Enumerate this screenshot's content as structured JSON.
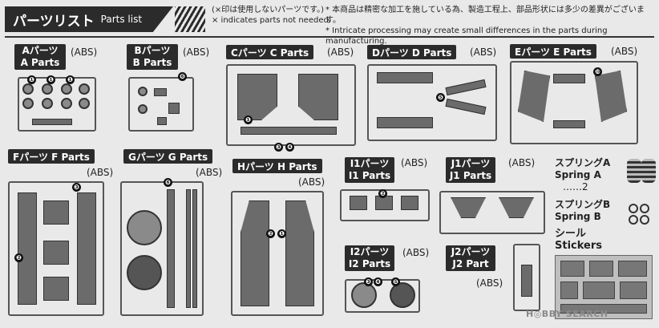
{
  "header": {
    "title_jp": "パーツリスト",
    "title_en": "Parts list",
    "note_jp_1": "(×印は使用しないパーツです。)",
    "note_en_1": "× indicates parts not needed.",
    "note_jp_2": "* 本商品は精密な加工を施している為、製造工程上、部品形状には多少の差異がございます。",
    "note_en_2": "* Intricate processing may create small differences in the parts during manufacturing."
  },
  "parts": {
    "a": {
      "jp": "Aパーツ",
      "en": "A Parts",
      "material": "(ABS)"
    },
    "b": {
      "jp": "Bパーツ",
      "en": "B Parts",
      "material": "(ABS)"
    },
    "c": {
      "label": "Cパーツ  C Parts",
      "material": "(ABS)"
    },
    "d": {
      "label": "Dパーツ  D Parts",
      "material": "(ABS)"
    },
    "e": {
      "label": "Eパーツ  E Parts",
      "material": "(ABS)"
    },
    "f": {
      "label": "Fパーツ  F Parts",
      "material": "(ABS)"
    },
    "g": {
      "label": "Gパーツ  G Parts",
      "material": "(ABS)"
    },
    "h": {
      "label": "Hパーツ  H Parts",
      "material": "(ABS)"
    },
    "i1": {
      "jp": "I1パーツ",
      "en": "I1 Parts",
      "material": "(ABS)"
    },
    "j1": {
      "jp": "J1パーツ",
      "en": "J1 Parts",
      "material": "(ABS)"
    },
    "i2": {
      "jp": "I2パーツ",
      "en": "I2 Parts",
      "material": "(ABS)"
    },
    "j2": {
      "jp": "J2パーツ",
      "en": "J2 Part",
      "material": "(ABS)"
    }
  },
  "extras": {
    "spring_a_jp": "スプリングA",
    "spring_a_en": "Spring A",
    "spring_a_qty": "……2",
    "spring_b_jp": "スプリングB",
    "spring_b_en": "Spring B",
    "sticker_jp": "シール",
    "sticker_en": "Stickers"
  },
  "watermark": "H◎BBY SEARCH"
}
